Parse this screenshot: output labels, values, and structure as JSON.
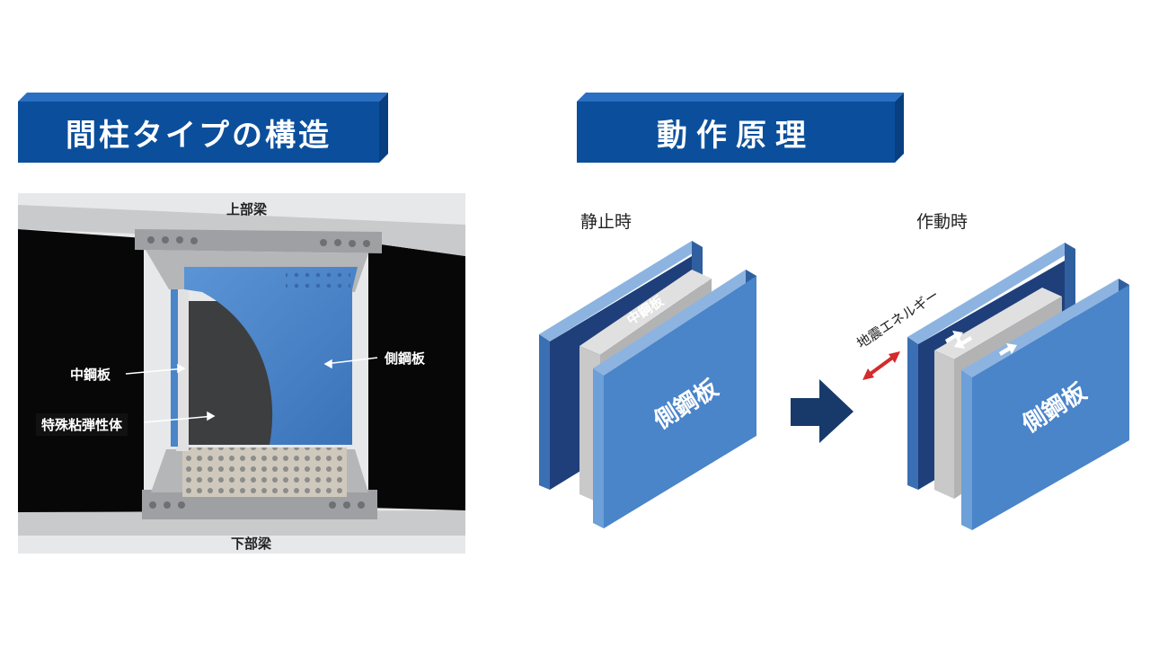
{
  "banners": {
    "left_title": "間柱タイプの構造",
    "right_title": "動作原理"
  },
  "structure": {
    "upper_beam": "上部梁",
    "lower_beam": "下部梁",
    "center_plate": "中鋼板",
    "side_plate": "側鋼板",
    "viscoelastic": "特殊粘弾性体"
  },
  "principle": {
    "static_label": "静止時",
    "active_label": "作動時",
    "center_plate_text": "中鋼板",
    "side_plate_text": "側鋼板",
    "energy_label": "地震エネルギー"
  },
  "colors": {
    "banner_blue": "#0b4f9c",
    "plate_blue": "#4a84c9",
    "arrow_navy": "#173a6b",
    "energy_red": "#d22c2c"
  }
}
